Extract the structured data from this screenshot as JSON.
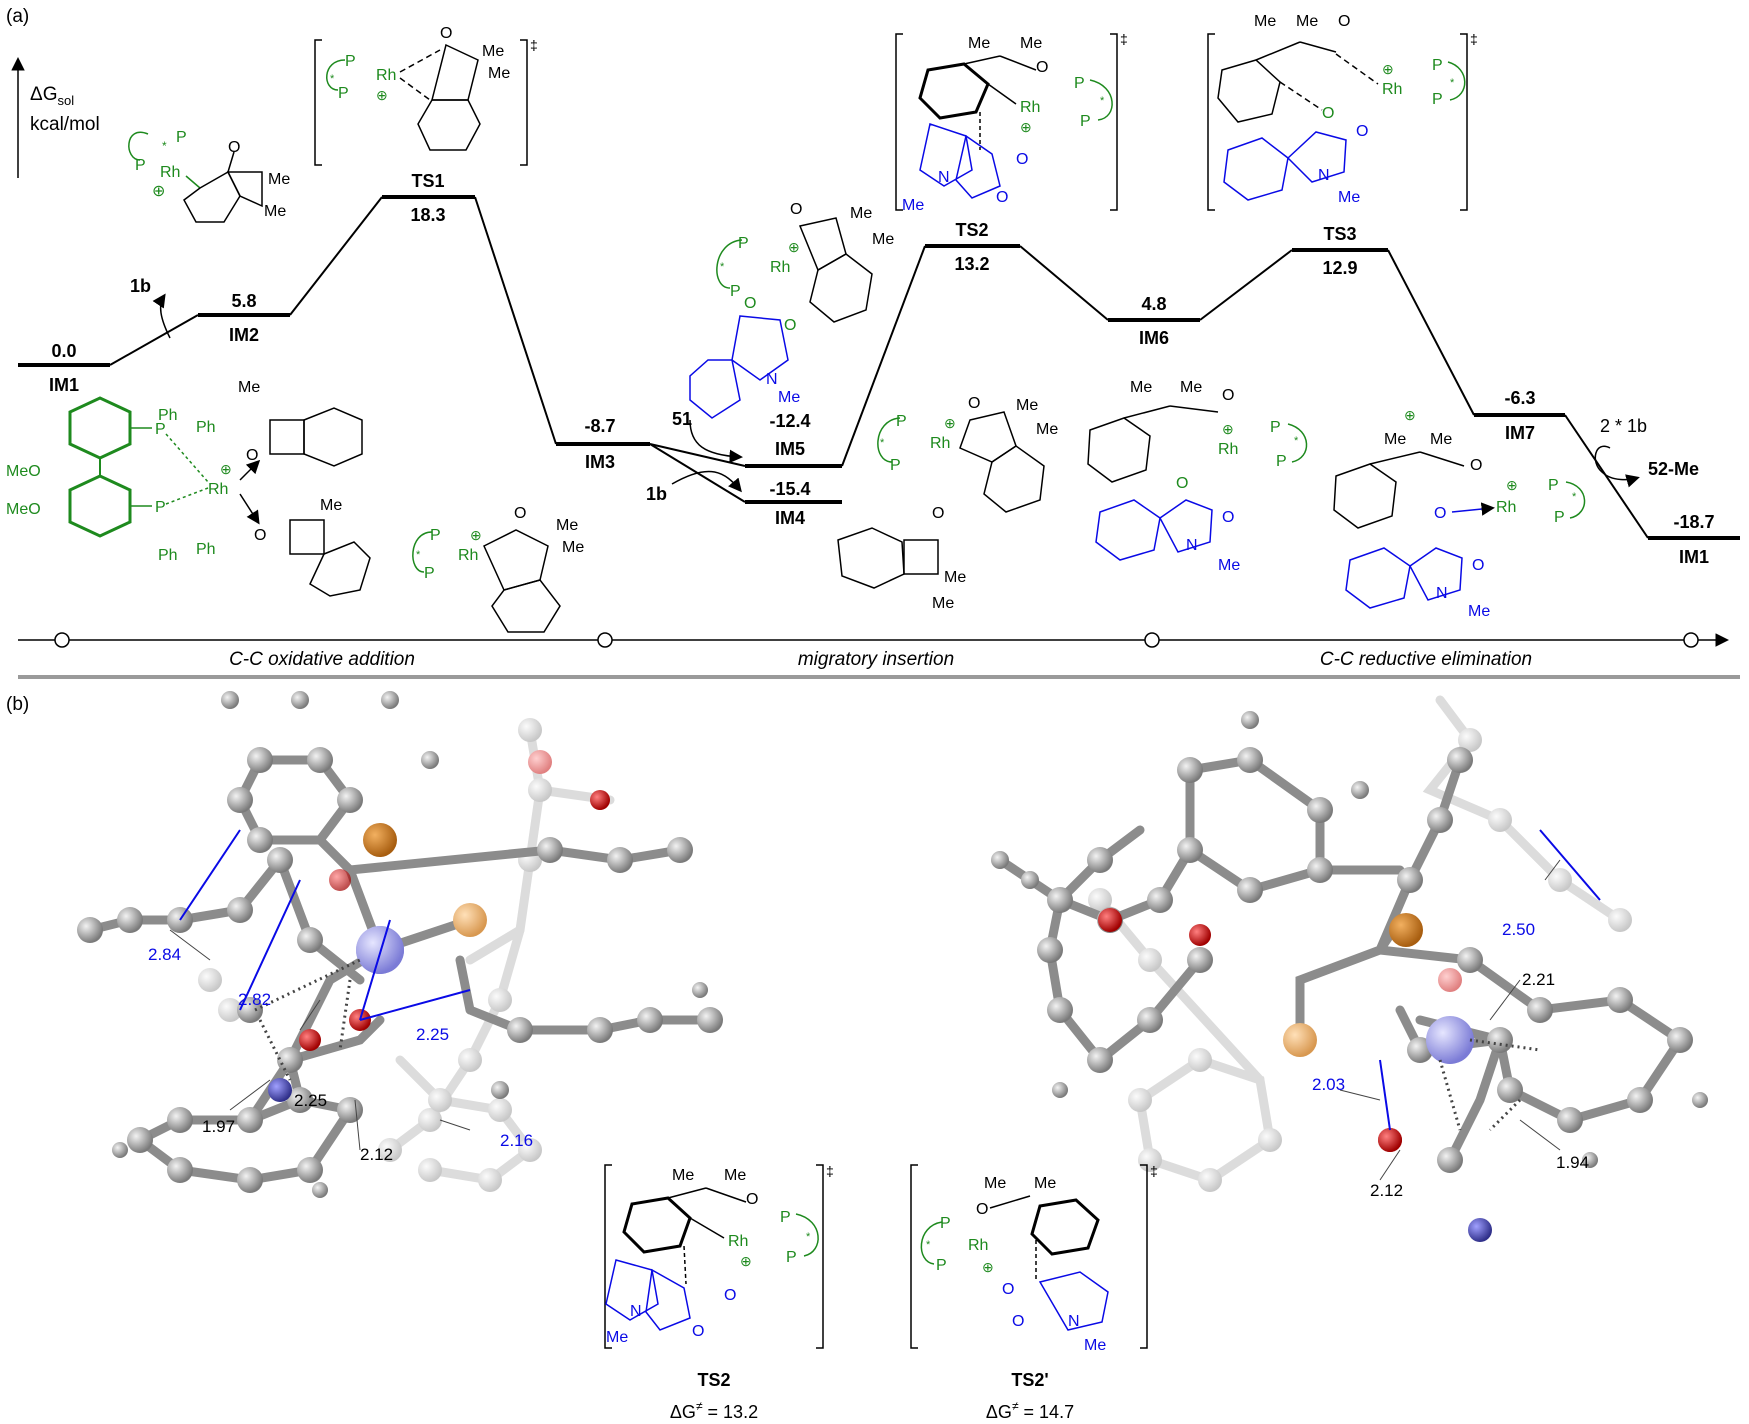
{
  "panel_labels": {
    "a": "(a)",
    "b": "(b)"
  },
  "axis": {
    "delta_g": "ΔG",
    "delta_g_sub": "sol",
    "unit": "kcal/mol"
  },
  "states": [
    {
      "id": "IM1",
      "label": "IM1",
      "energy": "0.0"
    },
    {
      "id": "IM2",
      "label": "IM2",
      "energy": "5.8"
    },
    {
      "id": "TS1",
      "label": "TS1",
      "energy": "18.3"
    },
    {
      "id": "IM3",
      "label": "IM3",
      "energy": "-8.7"
    },
    {
      "id": "IM5",
      "label": "IM5",
      "energy": "-12.4"
    },
    {
      "id": "IM4",
      "label": "IM4",
      "energy": "-15.4"
    },
    {
      "id": "TS2",
      "label": "TS2",
      "energy": "13.2"
    },
    {
      "id": "IM6",
      "label": "IM6",
      "energy": "4.8"
    },
    {
      "id": "TS3",
      "label": "TS3",
      "energy": "12.9"
    },
    {
      "id": "IM7",
      "label": "IM7",
      "energy": "-6.3"
    },
    {
      "id": "IM1b",
      "label": "IM1",
      "energy": "-18.7"
    }
  ],
  "side_labels": {
    "release_1b": "1b",
    "add_51": "51",
    "add_1b": "1b",
    "release_2_1b": "2 * 1b",
    "product": "52-Me"
  },
  "phases": [
    "C-C oxidative addition",
    "migratory insertion",
    "C-C reductive elimination"
  ],
  "chem_text": {
    "dagger": "‡",
    "Me": "Me",
    "Rh": "Rh",
    "P": "P",
    "O": "O",
    "N": "N",
    "Ph": "Ph",
    "MeO": "MeO",
    "star": "*",
    "plus": "⊕"
  },
  "panel_b": {
    "distances_left": {
      "d1": "2.84",
      "d2": "2.82",
      "d3": "2.25",
      "d4": "2.25",
      "d5": "1.97",
      "d6": "2.12",
      "d7": "2.16"
    },
    "distances_right": {
      "d1": "2.50",
      "d2": "2.21",
      "d3": "2.03",
      "d4": "2.12",
      "d5": "1.94"
    },
    "caption_left": {
      "name": "TS2",
      "dg_prefix": "ΔG",
      "dg_sup": "≠",
      "dg_value": " = 13.2"
    },
    "caption_right": {
      "name": "TS2'",
      "dg_prefix": "ΔG",
      "dg_sup": "≠",
      "dg_value": " = 14.7"
    }
  },
  "colors": {
    "green": "#1e8a1e",
    "blue": "#0a0ae6",
    "black": "#000000",
    "grey_rule": "#9a9a9a",
    "atom_grey": "#8c8c8c",
    "rh": "#9c9ce6",
    "p": "#e0a060",
    "o": "#c01818",
    "n": "#3a3aa8"
  }
}
